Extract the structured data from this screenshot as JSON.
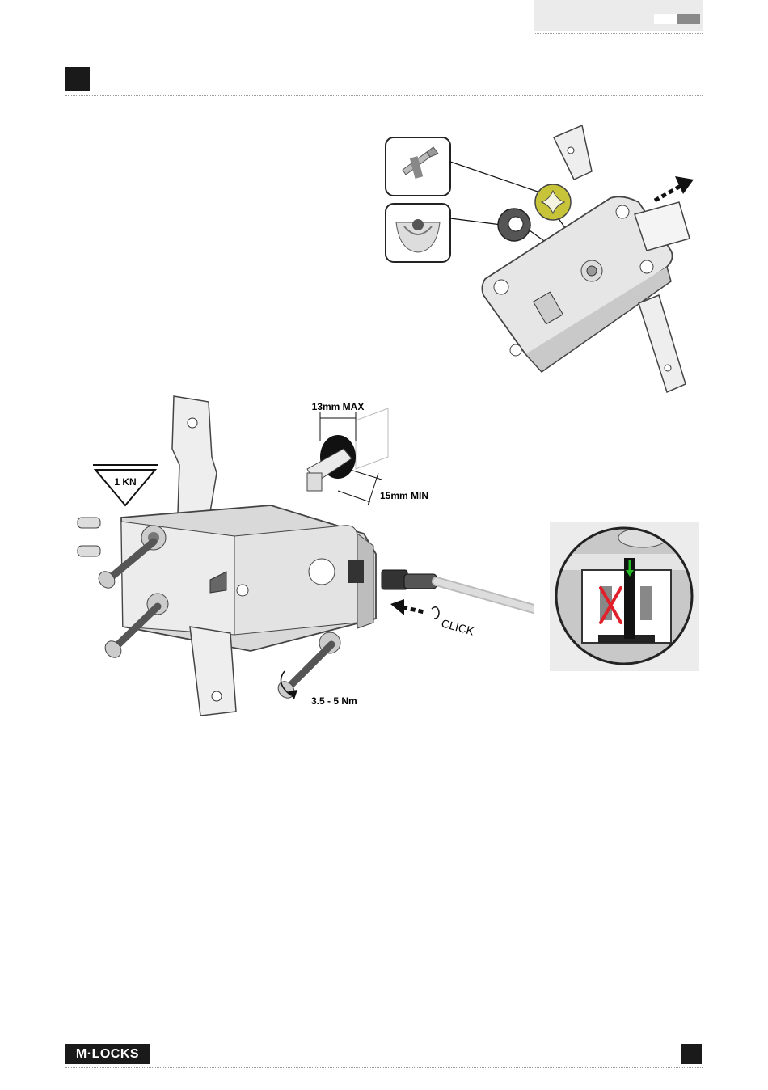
{
  "footer": {
    "logo_text": "M·LOCKS"
  },
  "figure_top": {},
  "figure_bottom": {
    "load_label": "1 KN",
    "max_label": "13mm MAX",
    "min_label": "15mm MIN",
    "click_label": "CLICK",
    "torque_label": "3.5 - 5 Nm"
  },
  "colors": {
    "washer_yellow": "#c8c43a",
    "error_red": "#e0202a",
    "ok_green": "#22bb22",
    "dark_square": "#1a1a1a"
  }
}
